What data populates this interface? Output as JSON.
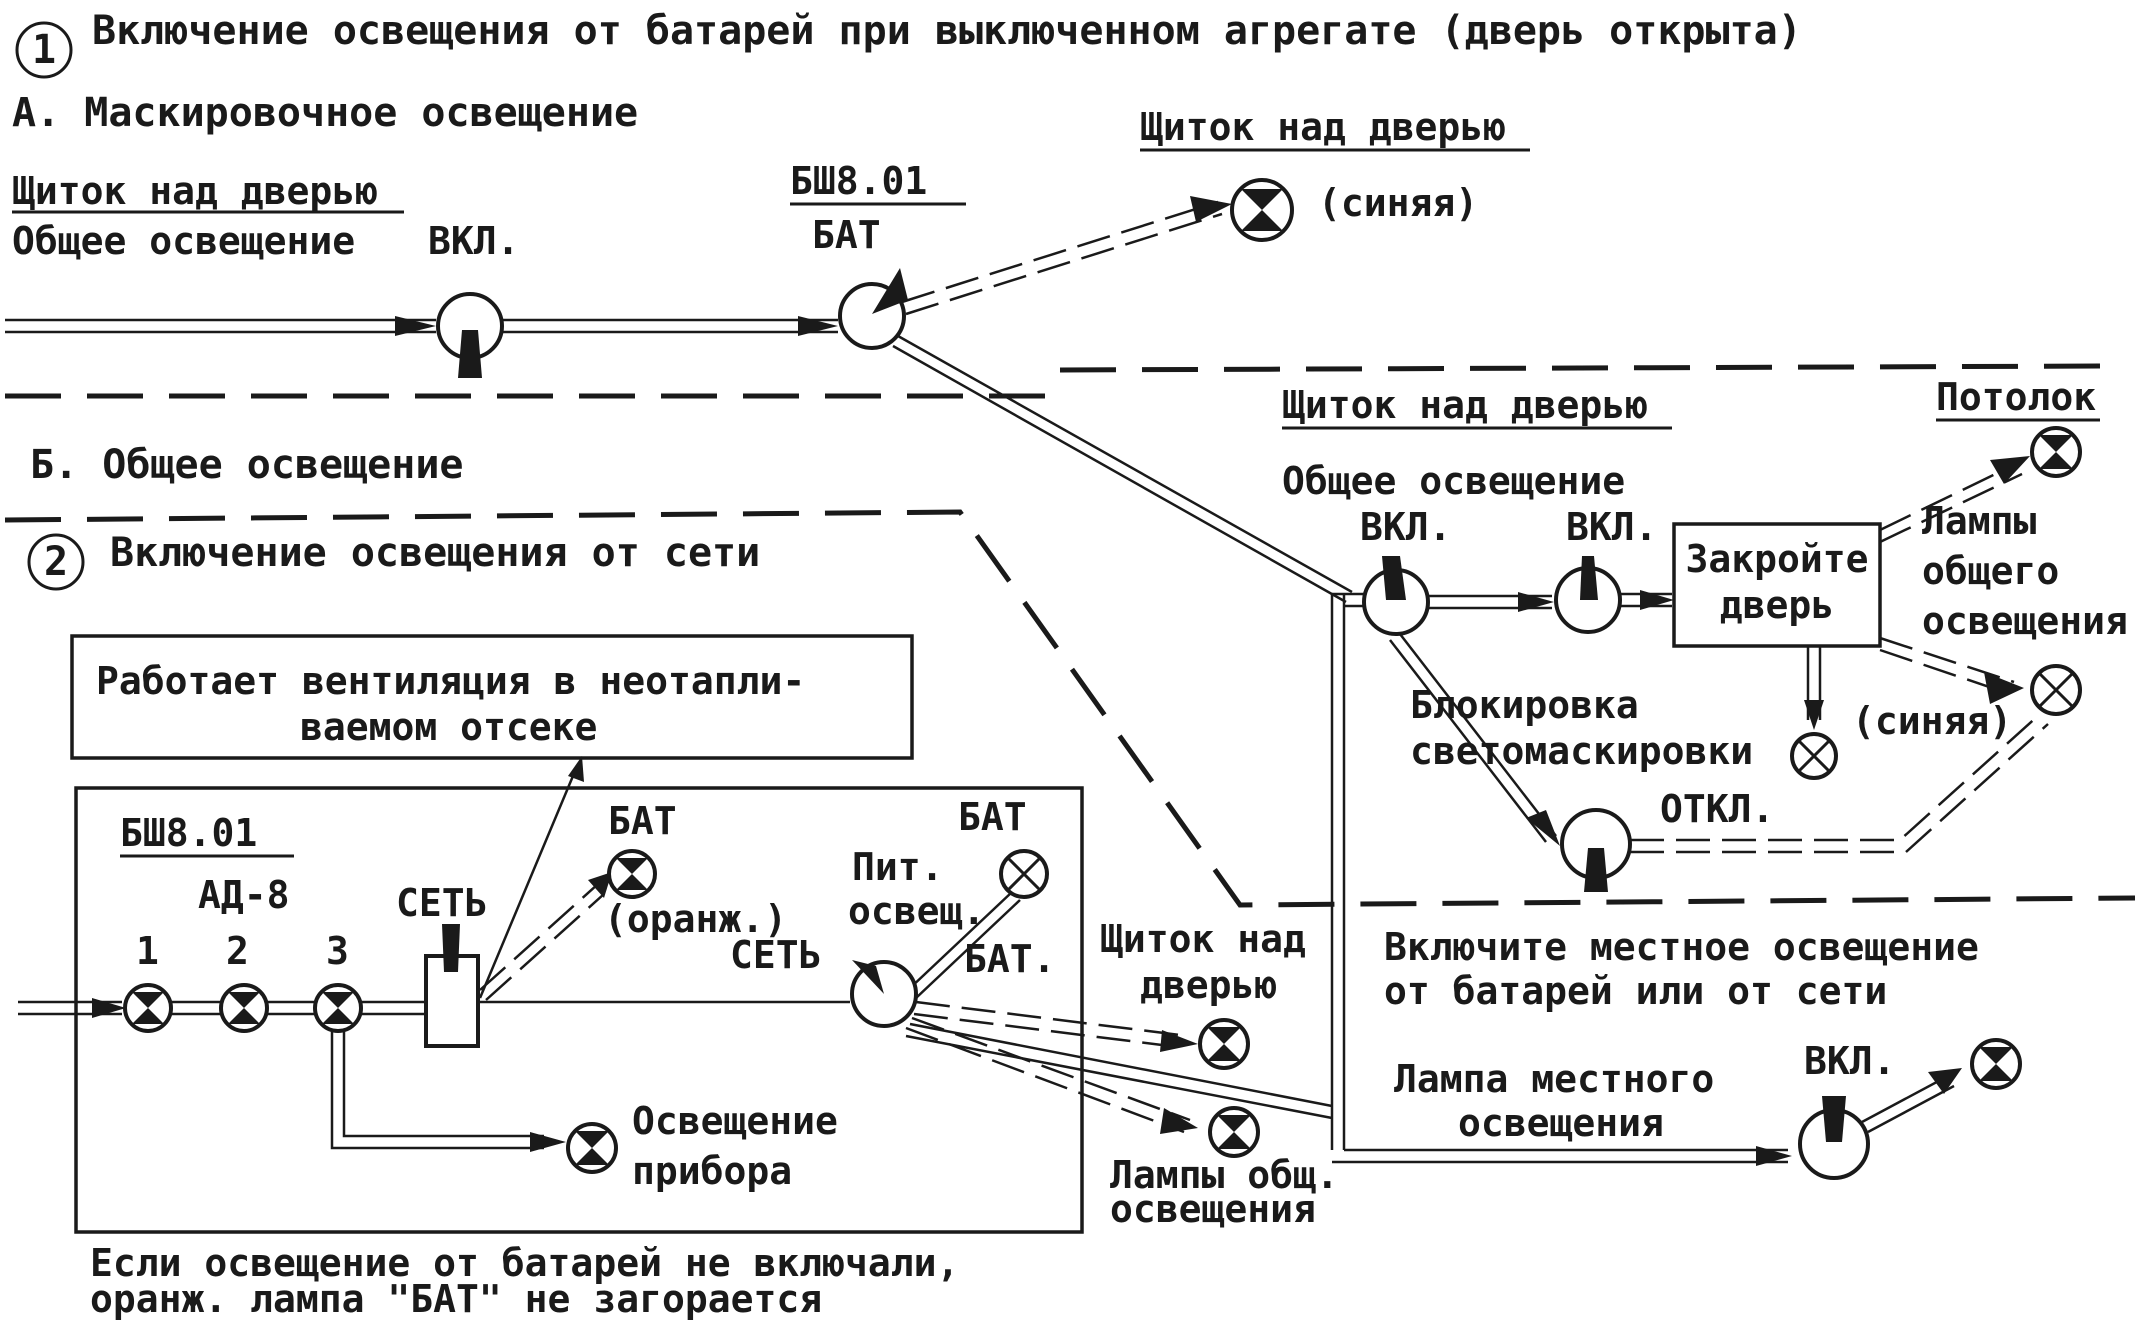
{
  "section1": {
    "number": "1",
    "title": "Включение освещения от батарей при выключенном агрегате (дверь открыта)"
  },
  "partA": {
    "heading": "А.  Маскировочное освещение",
    "panel_door": "Щиток над дверью",
    "general_light": "Общее освещение",
    "vkl": "ВКЛ.",
    "bsh": "БШ8.01",
    "bat": "БАТ",
    "panel_door_top": "Щиток над дверью",
    "blue": "(синяя)"
  },
  "right_block": {
    "panel_door": "Щиток над дверью",
    "ceiling": "Потолок",
    "general_light": "Общее освещение",
    "vkl1": "ВКЛ.",
    "vkl2": "ВКЛ.",
    "close_door_line1": "Закройте",
    "close_door_line2": "дверь",
    "lamps_line1": "Лампы",
    "lamps_line2": "общего",
    "lamps_line3": "освещения",
    "blocking_line1": "Блокировка",
    "blocking_line2": "светомаскировки",
    "blue": "(синяя)",
    "otkl": "ОТКЛ."
  },
  "partB": {
    "heading": "Б.  Общее освещение"
  },
  "section2": {
    "number": "2",
    "title": "Включение освещения от сети",
    "vent_line1": "Работает вентиляция в неотапли-",
    "vent_line2": "ваемом отсеке",
    "bsh": "БШ8.01",
    "ad8": "АД-8",
    "n1": "1",
    "n2": "2",
    "n3": "3",
    "set": "СЕТЬ",
    "bat": "БАТ",
    "orange": "(оранж.)",
    "pit_line1": "Пит.",
    "pit_line2": "освещ.",
    "bat2": "БАТ",
    "set2": "СЕТЬ",
    "bat3": "БАТ.",
    "device_line1": "Освещение",
    "device_line2": "прибора",
    "door_panel_line1": "Щиток над",
    "door_panel_line2": "дверью",
    "lamps_line1": "Лампы общ.",
    "lamps_line2": "освещения",
    "note_line1": "Если освещение от батарей не включали,",
    "note_line2": "оранж.  лампа \"БАТ\" не загорается"
  },
  "local": {
    "line1": "Включите местное освещение",
    "line2": "от батарей или от сети",
    "lamp_line1": "Лампа местного",
    "lamp_line2": "освещения",
    "vkl": "ВКЛ."
  }
}
